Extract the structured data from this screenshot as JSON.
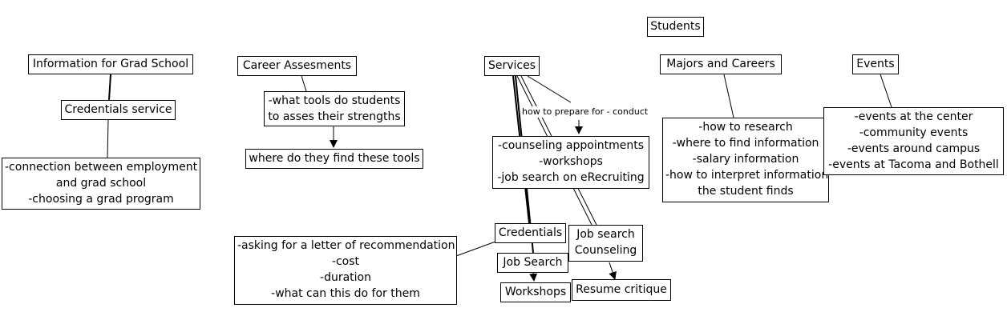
{
  "nodes": {
    "students": "Students",
    "info_grad": "Information for Grad School",
    "credentials_service": "Credentials service",
    "grad_details": [
      "-connection between employment",
      "and grad school",
      "-choosing a grad program"
    ],
    "career_assessments": "Career Assesments",
    "tools_strengths": [
      "-what tools do students",
      "to asses their strengths"
    ],
    "where_tools": "where do they find these tools",
    "services": "Services",
    "services_details": [
      "-counseling appointments",
      "-workshops",
      "-job search on eRecruiting"
    ],
    "credentials": "Credentials",
    "credentials_details": [
      "-asking for a letter of recommendation",
      "-cost",
      "-duration",
      "-what can this do for them"
    ],
    "job_search": "Job Search",
    "workshops": "Workshops",
    "job_search_counseling": [
      "Job search",
      "Counseling"
    ],
    "resume_critique": "Resume critique",
    "majors_careers": "Majors and Careers",
    "majors_details": [
      "-how to research",
      "-where to find information",
      "-salary information",
      "-how to interpret information",
      "the student finds"
    ],
    "events": "Events",
    "events_details": [
      "-events at the center",
      "-community events",
      "-events around campus",
      "-events at Tacoma and Bothell"
    ]
  },
  "edge_labels": {
    "how_to_prepare": "how to prepare for - conduct"
  }
}
